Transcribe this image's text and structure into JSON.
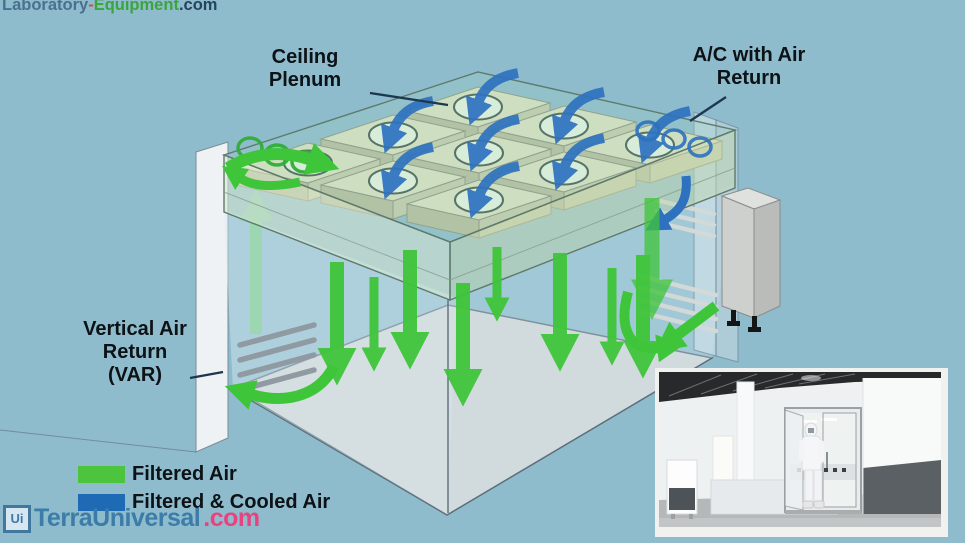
{
  "page": {
    "background_color": "#8fbccd"
  },
  "watermarks": {
    "top": {
      "parts": [
        {
          "text": "Laboratory",
          "color": "#4a7090"
        },
        {
          "text": "-",
          "color": "#d14c43"
        },
        {
          "text": "Equipment",
          "color": "#3aa53c"
        },
        {
          "text": ".com",
          "color": "#24445e"
        }
      ]
    },
    "bottom": {
      "icon_text": "Ui",
      "name": "TerraUniversal",
      "name_color": "#3b7ca8",
      "suffix": ".com",
      "suffix_color": "#e8437f"
    }
  },
  "diagram": {
    "labels": {
      "ceiling_plenum": "Ceiling Plenum",
      "ac_with_air_return": "A/C with Air Return",
      "vertical_air_return": "Vertical Air Return (VAR)"
    },
    "legend": [
      {
        "label": "Filtered Air",
        "color": "#4cc43e"
      },
      {
        "label": "Filtered & Cooled Air",
        "color": "#1f6ab5"
      }
    ],
    "flow_colors": {
      "filtered_air": "#3fc53a",
      "filtered_cooled_air": "#2e72bf",
      "return_air_light": "#8edd8e"
    }
  }
}
